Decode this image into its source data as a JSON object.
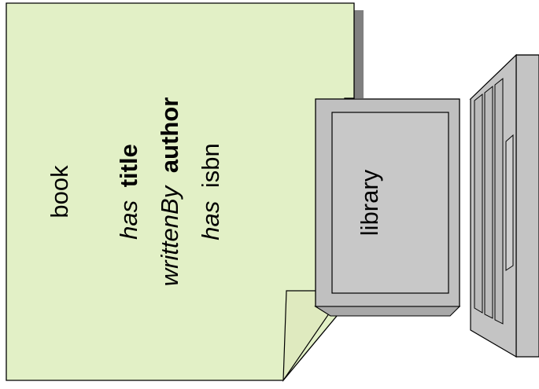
{
  "book": {
    "title": "book",
    "relations": [
      {
        "verb": "has",
        "object": "title"
      },
      {
        "verb": "writtenBy",
        "object": "author"
      },
      {
        "verb": "has",
        "object": "isbn"
      }
    ]
  },
  "library": {
    "label": "library"
  },
  "colors": {
    "note_fill": "#e2f0c6",
    "note_shadow": "#808080",
    "monitor_bezel": "#c0c0c0",
    "monitor_screen": "#c8c8c8",
    "tower_fill": "#c4c4c4",
    "outline": "#000000"
  }
}
